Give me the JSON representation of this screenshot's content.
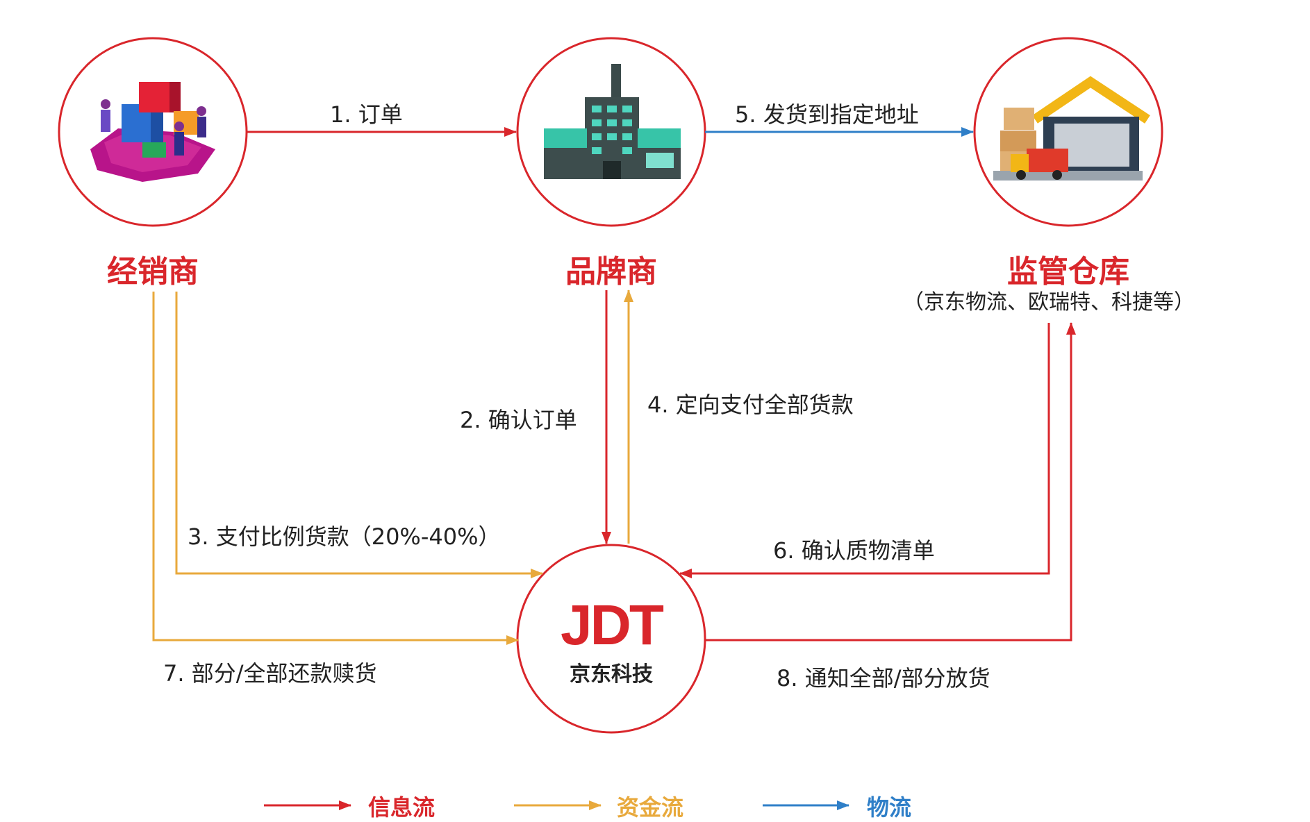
{
  "colors": {
    "info": "#d9262b",
    "fund": "#e8a93c",
    "logistics": "#2f7fc8",
    "circle": "#d9262b",
    "text": "#222222"
  },
  "nodes": {
    "distributor": {
      "label": "经销商",
      "icon": "distributor-icon"
    },
    "brand": {
      "label": "品牌商",
      "icon": "factory-icon"
    },
    "warehouse": {
      "label": "监管仓库",
      "sub": "（京东物流、欧瑞特、科捷等）",
      "icon": "warehouse-icon"
    },
    "jdt": {
      "logo": "JDT",
      "name": "京东科技"
    }
  },
  "edges": [
    {
      "id": 1,
      "label": "1. 订单",
      "flow": "info"
    },
    {
      "id": 2,
      "label": "2. 确认订单",
      "flow": "info"
    },
    {
      "id": 3,
      "label": "3. 支付比例货款（20%-40%）",
      "flow": "fund"
    },
    {
      "id": 4,
      "label": "4. 定向支付全部货款",
      "flow": "fund"
    },
    {
      "id": 5,
      "label": "5. 发货到指定地址",
      "flow": "logistics"
    },
    {
      "id": 6,
      "label": "6. 确认质物清单",
      "flow": "info"
    },
    {
      "id": 7,
      "label": "7. 部分/全部还款赎货",
      "flow": "fund"
    },
    {
      "id": 8,
      "label": "8. 通知全部/部分放货",
      "flow": "info"
    }
  ],
  "legend": [
    {
      "label": "信息流",
      "flow": "info"
    },
    {
      "label": "资金流",
      "flow": "fund"
    },
    {
      "label": "物流",
      "flow": "logistics"
    }
  ]
}
